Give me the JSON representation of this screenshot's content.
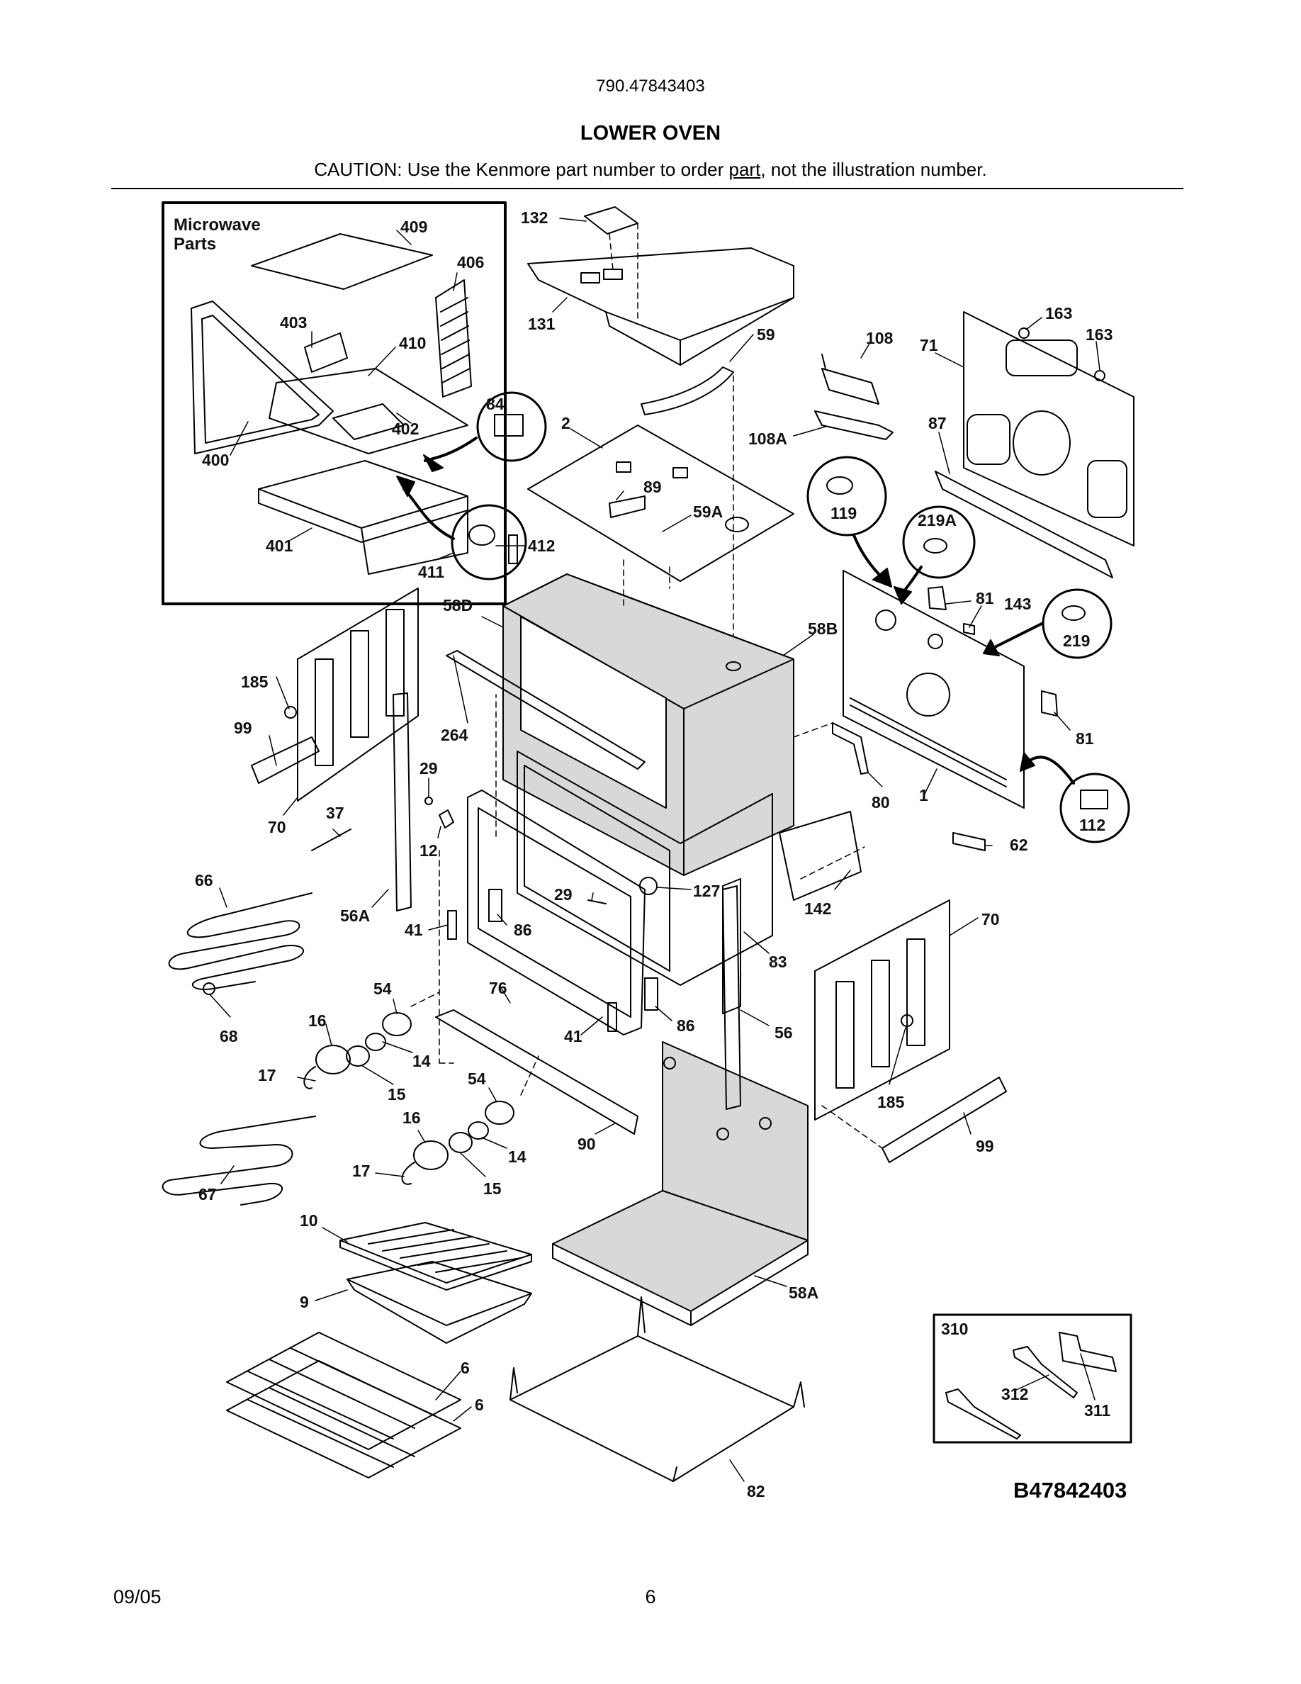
{
  "header": {
    "model_number": "790.47843403",
    "title": "LOWER OVEN",
    "caution_before": "CAUTION: Use the Kenmore part number to order ",
    "caution_underlined": "part",
    "caution_after": ", not the illustration number."
  },
  "microwave_box": {
    "title_line1": "Microwave",
    "title_line2": "Parts"
  },
  "inset_box": {
    "label": "310"
  },
  "part_labels": {
    "p132": "132",
    "p131": "131",
    "p59": "59",
    "p108": "108",
    "p108A": "108A",
    "p71": "71",
    "p163a": "163",
    "p163b": "163",
    "p87": "87",
    "p2": "2",
    "p89": "89",
    "p59A": "59A",
    "p119": "119",
    "p219A": "219A",
    "p81a": "81",
    "p143": "143",
    "p219": "219",
    "p81b": "81",
    "p112": "112",
    "p62": "62",
    "p58B": "58B",
    "p58D": "58D",
    "p264": "264",
    "p80": "80",
    "p1": "1",
    "p409": "409",
    "p406": "406",
    "p403": "403",
    "p410": "410",
    "p84": "84",
    "p402": "402",
    "p400": "400",
    "p401": "401",
    "p411": "411",
    "p412": "412",
    "p185a": "185",
    "p99a": "99",
    "p70a": "70",
    "p37": "37",
    "p29a": "29",
    "p12": "12",
    "p66": "66",
    "p56A": "56A",
    "p41a": "41",
    "p86a": "86",
    "p29b": "29",
    "p127": "127",
    "p142": "142",
    "p83": "83",
    "p70b": "70",
    "p68": "68",
    "p54a": "54",
    "p16a": "16",
    "p14a": "14",
    "p17a": "17",
    "p15a": "15",
    "p76": "76",
    "p41b": "41",
    "p86b": "86",
    "p56": "56",
    "p185b": "185",
    "p99b": "99",
    "p54b": "54",
    "p16b": "16",
    "p90": "90",
    "p14b": "14",
    "p17b": "17",
    "p15b": "15",
    "p67": "67",
    "p10": "10",
    "p9": "9",
    "p58A": "58A",
    "p6a": "6",
    "p6b": "6",
    "p82": "82",
    "p312": "312",
    "p311": "311"
  },
  "footer": {
    "drawing_ref": "B47842403",
    "date": "09/05",
    "page_number": "6"
  }
}
